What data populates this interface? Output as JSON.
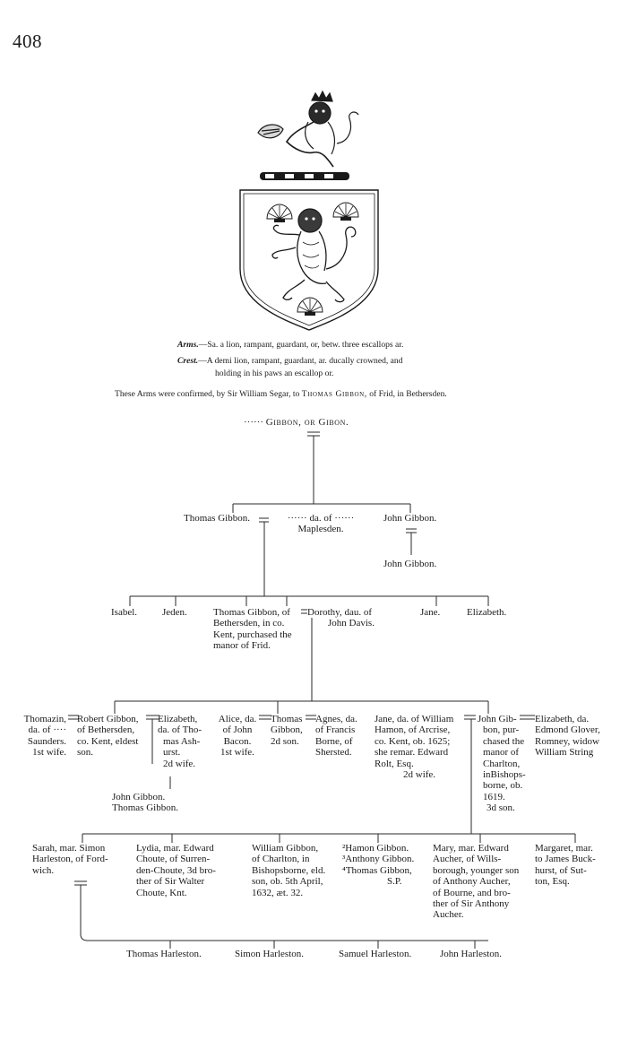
{
  "page_number": "408",
  "arms": {
    "arms_label": "Arms.",
    "arms_text": "—Sa. a lion, rampant, guardant, or, betw. three escallops ar.",
    "crest_label": "Crest.",
    "crest_text_1": "—A demi lion, rampant, guardant, ar. ducally crowned, and",
    "crest_text_2": "holding in his paws an escallop or.",
    "confirmation_pre": "These Arms were confirmed, by Sir William Segar, to ",
    "confirmation_name": "Thomas Gibbon,",
    "confirmation_post": " of Frid, in Bethersden."
  },
  "family_title_pre": "······ ",
  "family_title": "Gibbon, or Gibon.",
  "gen1": {
    "thomas": "Thomas Gibbon.",
    "wife_1": "······ da. of ······",
    "wife_2": "Maplesden.",
    "john": "John Gibbon.",
    "john_son": "John Gibbon."
  },
  "gen2": {
    "isabel": "Isabel.",
    "jeden": "Jeden.",
    "thomas": [
      "Thomas Gibbon, of",
      "Bethersden, in co.",
      "Kent, purchased the",
      "manor of Frid."
    ],
    "dorothy": [
      "Dorothy, dau. of",
      "John Davis."
    ],
    "jane": "Jane.",
    "elizabeth": "Elizabeth."
  },
  "gen3": {
    "thomazin": [
      "Thomazin,",
      "da. of ····",
      "Saunders.",
      "1st wife."
    ],
    "robert": [
      "Robert Gibbon,",
      "of Bethersden,",
      "co. Kent, eldest",
      "son."
    ],
    "elizabeth_ashurst": [
      "Elizabeth,",
      "da. of Tho-",
      "mas Ash-",
      "urst.",
      "2d wife."
    ],
    "alice": [
      "Alice, da.",
      "of John",
      "Bacon.",
      "1st wife."
    ],
    "thomas": [
      "Thomas",
      "Gibbon,",
      "2d son."
    ],
    "agnes": [
      "Agnes, da.",
      "of Francis",
      "Borne, of",
      "Shersted."
    ],
    "jane": [
      "Jane, da. of William",
      "Hamon, of Arcrise,",
      "co. Kent, ob. 1625;",
      "she remar. Edward",
      "Rolt, Esq.",
      "2d wife."
    ],
    "john": [
      "John Gib-",
      "bon, pur-",
      "chased the",
      "manor of",
      "Charlton,",
      "inBishops-",
      "borne, ob.",
      "1619.",
      "3d son."
    ],
    "elizabeth_glover": [
      "Elizabeth, da.",
      "Edmond Glover,",
      "Romney, widow",
      "William String"
    ],
    "robert_sons": [
      "John Gibbon.",
      "Thomas Gibbon."
    ]
  },
  "gen4": {
    "sarah": [
      "Sarah, mar. Simon",
      "Harleston, of Ford-",
      "wich."
    ],
    "lydia": [
      "Lydia, mar. Edward",
      "Choute, of Surren-",
      "den-Choute, 3d bro-",
      "ther of Sir Walter",
      "Choute, Knt."
    ],
    "william": [
      "William Gibbon,",
      "of Charlton, in",
      "Bishopsborne, eld.",
      "son, ob. 5th April,",
      "1632, æt. 32."
    ],
    "hamon": [
      "²Hamon Gibbon.",
      "³Anthony Gibbon.",
      "⁴Thomas Gibbon,",
      "S.P."
    ],
    "mary": [
      "Mary, mar. Edward",
      "Aucher, of Wills-",
      "borough, younger son",
      "of Anthony Aucher,",
      "of Bourne, and bro-",
      "ther of Sir Anthony",
      "Aucher."
    ],
    "margaret": [
      "Margaret, mar.",
      "to James Buck-",
      "hurst, of Sut-",
      "ton, Esq."
    ]
  },
  "gen5": {
    "thomas": "Thomas Harleston.",
    "simon": "Simon Harleston.",
    "samuel": "Samuel Harleston.",
    "john": "John Harleston."
  }
}
